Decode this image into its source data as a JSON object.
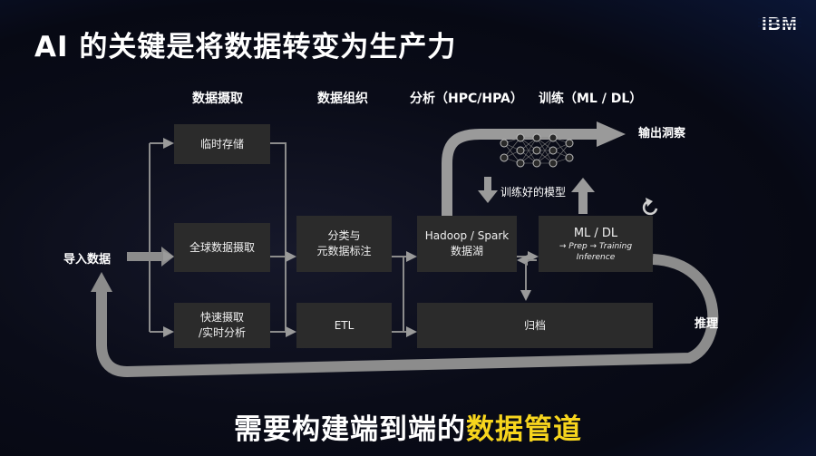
{
  "title": "AI 的关键是将数据转变为生产力",
  "logo_text": "IBM",
  "columns": {
    "ingest": "数据摄取",
    "organize": "数据组织",
    "analyze": "分析（HPC/HPA）",
    "train": "训练（ML / DL）"
  },
  "labels": {
    "import": "导入数据",
    "output": "输出洞察",
    "trained_model": "训练好的模型",
    "inference": "推理"
  },
  "boxes": {
    "temp_storage": "临时存储",
    "global_ingest": "全球数据摄取",
    "fast_ingest_1": "快速摄取",
    "fast_ingest_2": "/实时分析",
    "classify_1": "分类与",
    "classify_2": "元数据标注",
    "etl": "ETL",
    "lake_1": "Hadoop / Spark",
    "lake_2": "数据湖",
    "archive": "归档",
    "ml_title": "ML / DL",
    "ml_sub_1": "→ Prep → Training",
    "ml_sub_2": "Inference"
  },
  "bottom": {
    "prefix": "需要构建端到端的",
    "highlight": "数据管道"
  },
  "colors": {
    "box": "#2b2b2b",
    "arrow": "#8a8a8a",
    "highlight": "#f7d51d"
  }
}
